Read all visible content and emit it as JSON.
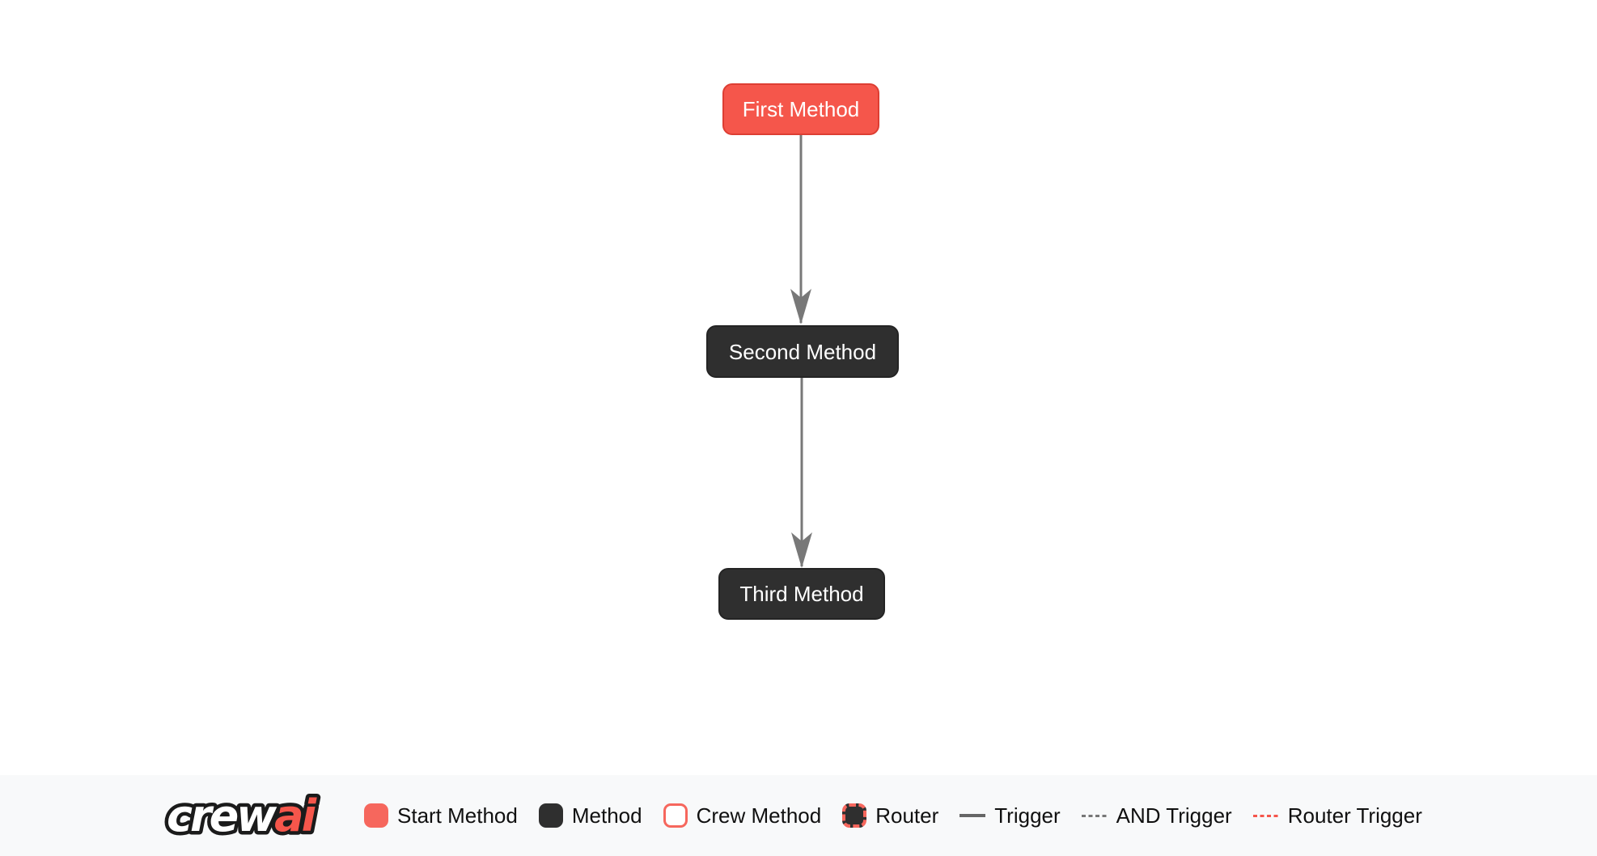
{
  "flow": {
    "nodes": [
      {
        "label": "First Method",
        "type": "start"
      },
      {
        "label": "Second Method",
        "type": "method"
      },
      {
        "label": "Third Method",
        "type": "method"
      }
    ],
    "edges": [
      {
        "from": "First Method",
        "to": "Second Method",
        "type": "trigger"
      },
      {
        "from": "Second Method",
        "to": "Third Method",
        "type": "trigger"
      }
    ]
  },
  "legend": {
    "logo": {
      "part1": "crew",
      "part2": "ai"
    },
    "items": [
      {
        "label": "Start Method",
        "swatch": "start-box"
      },
      {
        "label": "Method",
        "swatch": "method-box"
      },
      {
        "label": "Crew Method",
        "swatch": "crew-box"
      },
      {
        "label": "Router",
        "swatch": "router-box"
      },
      {
        "label": "Trigger",
        "swatch": "solid-line"
      },
      {
        "label": "AND Trigger",
        "swatch": "dashed-line"
      },
      {
        "label": "Router Trigger",
        "swatch": "dashed-red-line"
      }
    ]
  },
  "colors": {
    "start_fill": "#F5564B",
    "start_border": "#DD3E33",
    "method_fill": "#2F2F2F",
    "method_border": "#242424",
    "coral_accent": "#F6675D",
    "edge": "#787878",
    "legend_line": "#666666",
    "legend_bg": "#F8F9FA",
    "canvas_bg": "#FFFFFF",
    "node_text": "#FFFFFF",
    "legend_text": "#101010"
  }
}
